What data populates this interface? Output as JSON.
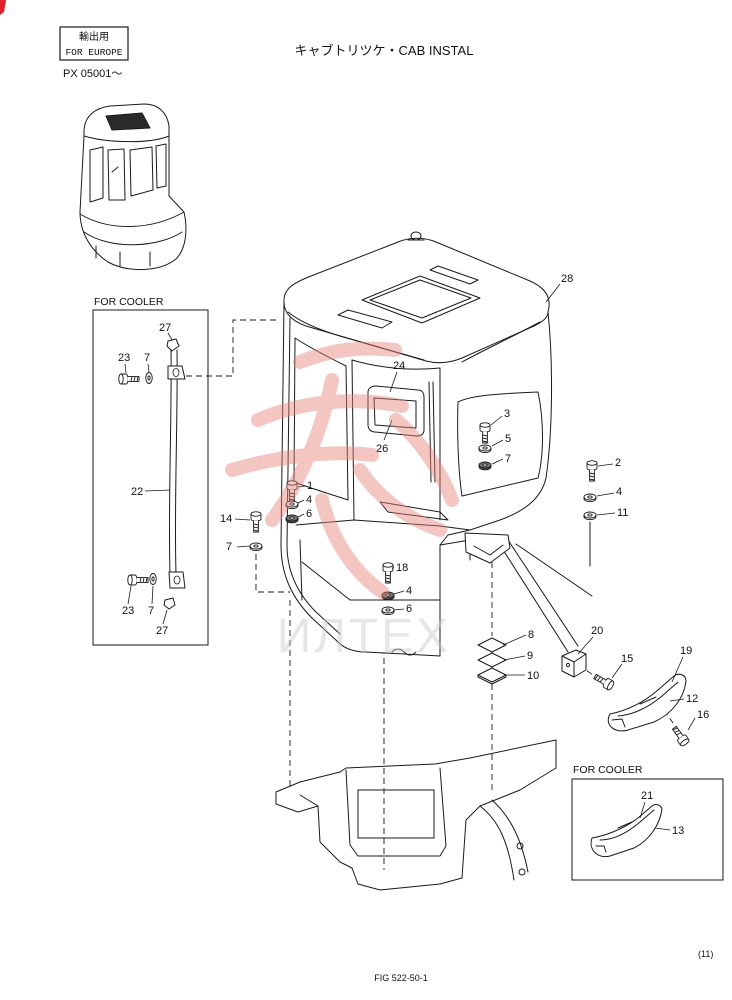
{
  "header": {
    "export_label": "輸出用",
    "region_label": "FOR EUROPE",
    "serial_range": "PX 05001～",
    "title": "キャブトリツケ・CAB INSTAL"
  },
  "watermark_text": "ИЛТЕХ",
  "main_callouts": [
    "28",
    "24",
    "26",
    "3",
    "5",
    "7",
    "2",
    "4",
    "11",
    "1",
    "4",
    "6",
    "14",
    "7",
    "18",
    "4",
    "6",
    "8",
    "9",
    "10",
    "20",
    "15",
    "19",
    "12",
    "16"
  ],
  "left_inset": {
    "label": "FOR COOLER",
    "callouts": [
      "27",
      "23",
      "7",
      "22",
      "23",
      "7",
      "27"
    ]
  },
  "right_inset": {
    "label": "FOR COOLER",
    "callouts": [
      "21",
      "13"
    ]
  },
  "footer": {
    "page_number": "(11)",
    "figure_number": "FIG 522-50-1"
  },
  "colors": {
    "line": "#1a1a1a",
    "watermark_red": "#e8837a",
    "watermark_gray": "#c8c8c8",
    "corner_mark": "#e0202a"
  }
}
